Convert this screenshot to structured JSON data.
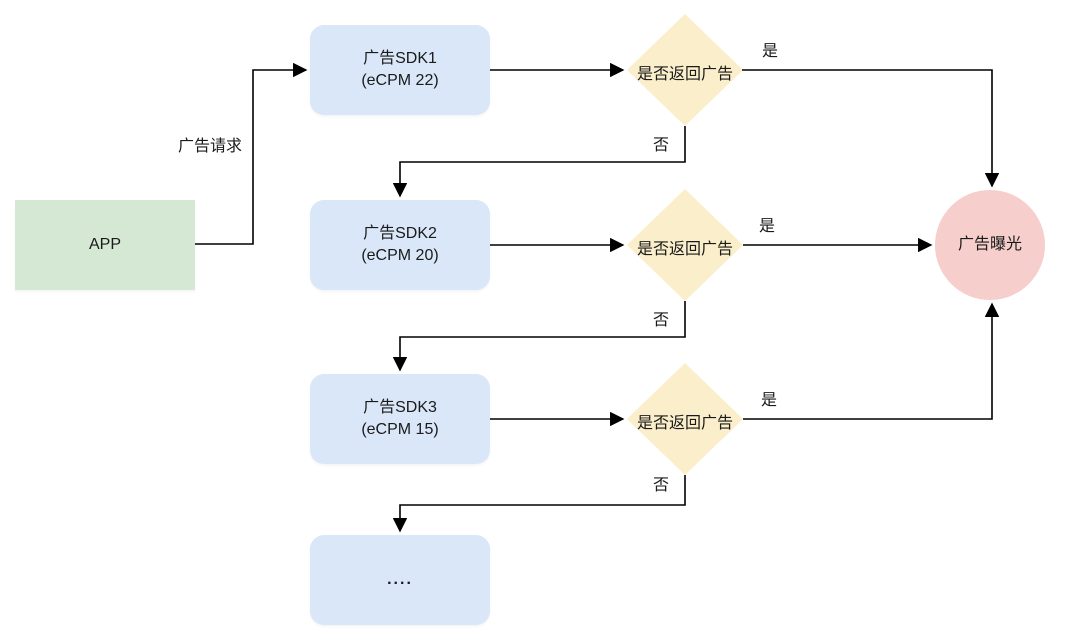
{
  "diagram": {
    "title": "waterfall-ad-request-flow",
    "colors": {
      "background": "#ffffff",
      "app_fill": "#d5e8d4",
      "sdk_fill": "#d9e7f9",
      "decision_fill": "#faeecb",
      "exposure_fill": "#f6cecb",
      "line": "#000000",
      "text": "#1a1a1a"
    },
    "nodes": {
      "app": {
        "label": "APP"
      },
      "sdk1": {
        "line1": "广告SDK1",
        "line2": "(eCPM 22)"
      },
      "sdk2": {
        "line1": "广告SDK2",
        "line2": "(eCPM 20)"
      },
      "sdk3": {
        "line1": "广告SDK3",
        "line2": "(eCPM 15)"
      },
      "more": {
        "label": "...."
      },
      "decision1": {
        "label": "是否返回广告"
      },
      "decision2": {
        "label": "是否返回广告"
      },
      "decision3": {
        "label": "是否返回广告"
      },
      "exposure": {
        "label": "广告曝光"
      }
    },
    "edge_labels": {
      "request": "广告请求",
      "yes1": "是",
      "no1": "否",
      "yes2": "是",
      "no2": "否",
      "yes3": "是",
      "no3": "否"
    }
  }
}
